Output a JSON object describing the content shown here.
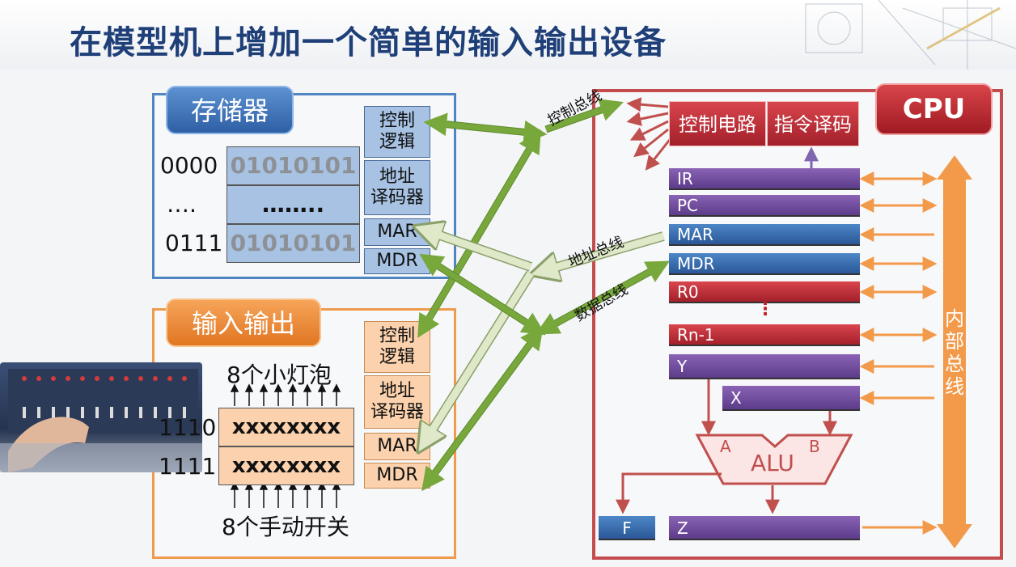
{
  "title": "在模型机上增加一个简单的输入输出设备",
  "memory": {
    "label": "存储器",
    "addresses": [
      "0000",
      "….",
      "0111"
    ],
    "cells": [
      "01010101",
      "……..",
      "01010101"
    ],
    "ctrl_boxes": [
      "控制\n逻辑",
      "地址\n译码器",
      "MAR",
      "MDR"
    ]
  },
  "io": {
    "label": "输入输出",
    "top_caption": "8个小灯泡",
    "bottom_caption": "8个手动开关",
    "addresses": [
      "1110",
      "1111"
    ],
    "cells": [
      "xxxxxxxx",
      "xxxxxxxx"
    ],
    "ctrl_boxes": [
      "控制\n逻辑",
      "地址\n译码器",
      "MAR",
      "MDR"
    ]
  },
  "buses": {
    "control": "控制总线",
    "address": "地址总线",
    "data": "数据总线"
  },
  "cpu": {
    "label": "CPU",
    "control_circuit": "控制电路",
    "instr_decoder": "指令译码",
    "registers": [
      "IR",
      "PC",
      "MAR",
      "MDR",
      "R0",
      "⋮",
      "Rn-1",
      "Y",
      "X"
    ],
    "alu": {
      "label": "ALU",
      "in_a": "A",
      "in_b": "B"
    },
    "flag": "F",
    "z": "Z",
    "internal_bus": "内\n部\n总\n线"
  },
  "colors": {
    "title": "#1f3f78",
    "memory_border": "#4f86c2",
    "io_border": "#ef9a4c",
    "cpu_border": "#c44c4f",
    "bus_green": "#78a83c",
    "bus_pale": "#dfe8c8",
    "internal_bus": "#f39a4a"
  }
}
